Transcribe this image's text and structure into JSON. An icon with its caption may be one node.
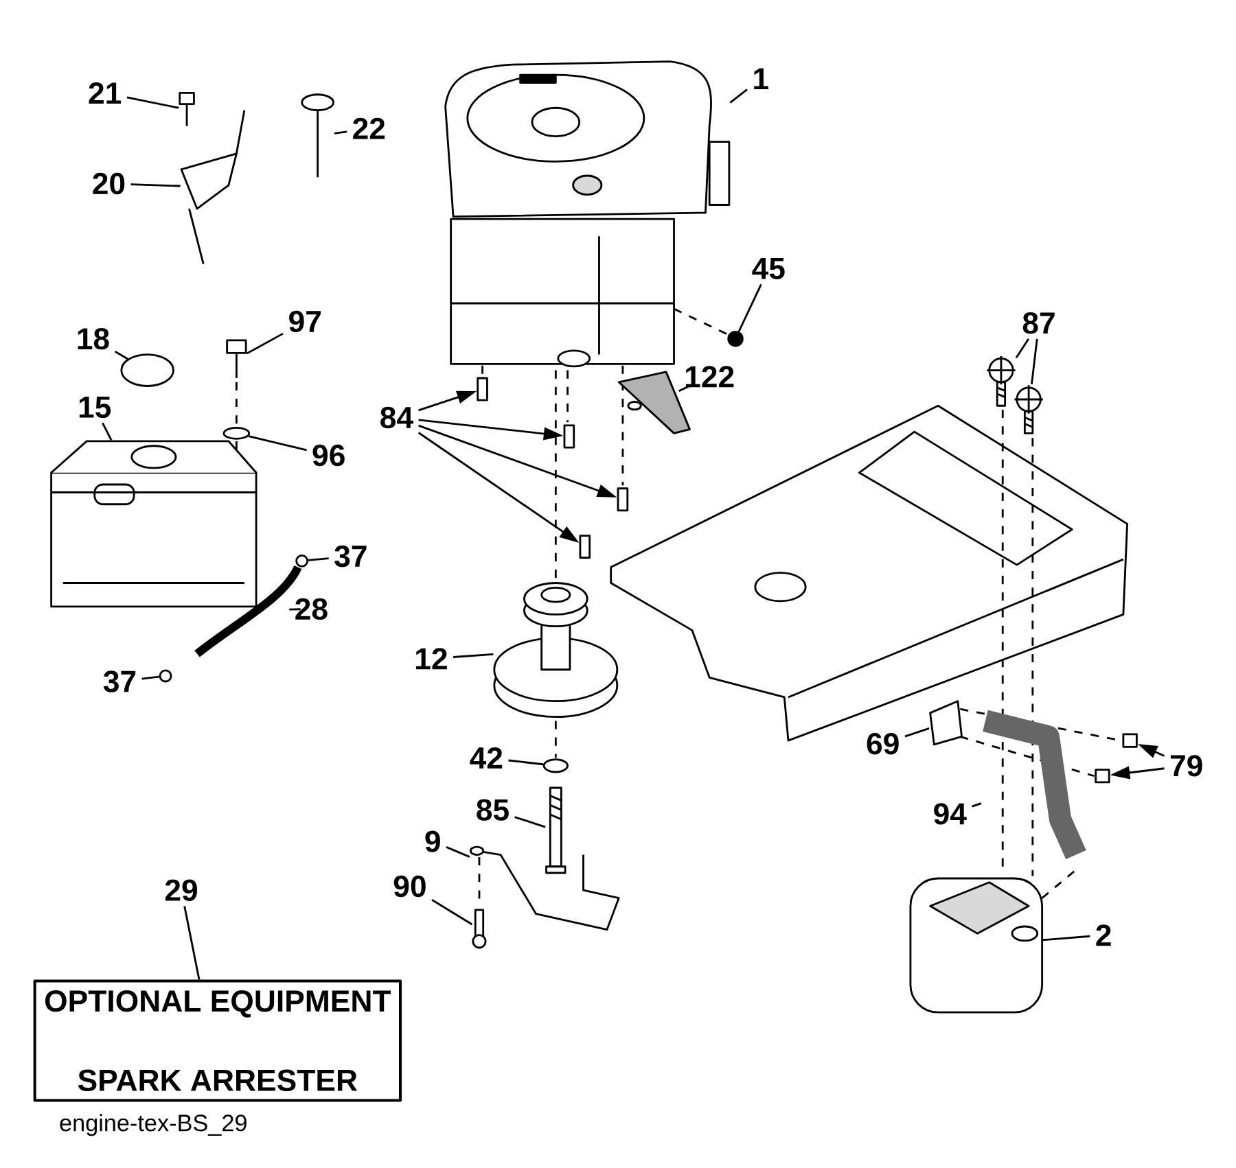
{
  "diagram": {
    "nodes": [
      {
        "text": [
          "1"
        ]
      },
      {
        "text": [
          "21"
        ]
      },
      {
        "text": [
          "22"
        ]
      },
      {
        "text": [
          "20"
        ]
      },
      {
        "text": [
          "45"
        ]
      },
      {
        "text": [
          "97"
        ]
      },
      {
        "text": [
          "18"
        ]
      },
      {
        "text": [
          "122"
        ]
      },
      {
        "text": [
          "87"
        ]
      },
      {
        "text": [
          "15"
        ]
      },
      {
        "text": [
          "84"
        ]
      },
      {
        "text": [
          "96"
        ]
      },
      {
        "text": [
          "37"
        ]
      },
      {
        "text": [
          "28"
        ]
      },
      {
        "text": [
          "12"
        ]
      },
      {
        "text": [
          "37"
        ]
      },
      {
        "text": [
          "69"
        ]
      },
      {
        "text": [
          "42"
        ]
      },
      {
        "text": [
          "79"
        ]
      },
      {
        "text": [
          "85"
        ]
      },
      {
        "text": [
          "94"
        ]
      },
      {
        "text": [
          "9"
        ]
      },
      {
        "text": [
          "90"
        ]
      },
      {
        "text": [
          "2"
        ]
      },
      {
        "text": [
          "29"
        ]
      },
      {
        "text": [
          "OPTIONAL EQUIPMENT",
          "SPARK ARRESTER"
        ]
      },
      {
        "text": [],
        "shape": "picture"
      },
      {
        "text": [],
        "shape": "picture"
      },
      {
        "text": [],
        "shape": "picture"
      },
      {
        "text": [],
        "shape": "picture"
      },
      {
        "text": [],
        "shape": "circle"
      },
      {
        "text": [],
        "shape": "picture"
      },
      {
        "text": [],
        "shape": "circle"
      },
      {
        "text": [],
        "shape": "picture"
      },
      {
        "text": [],
        "shape": "picture"
      },
      {
        "text": [],
        "shape": "picture"
      },
      {
        "text": [],
        "shape": "picture"
      },
      {
        "text": [],
        "shape": "box"
      },
      {
        "text": [],
        "shape": "box"
      },
      {
        "text": [],
        "shape": "box"
      },
      {
        "text": [],
        "shape": "box"
      },
      {
        "text": [],
        "shape": "circle"
      },
      {
        "text": [],
        "shape": "circle"
      },
      {
        "text": [],
        "shape": "picture"
      },
      {
        "text": [],
        "shape": "picture"
      },
      {
        "text": [],
        "shape": "circle"
      },
      {
        "text": [],
        "shape": "picture"
      },
      {
        "text": [],
        "shape": "circle"
      },
      {
        "text": [],
        "shape": "box"
      },
      {
        "text": [],
        "shape": "box"
      },
      {
        "text": [],
        "shape": "picture"
      },
      {
        "text": [],
        "shape": "picture"
      },
      {
        "text": [],
        "shape": "picture"
      },
      {
        "text": [],
        "shape": "picture"
      },
      {
        "text": [],
        "shape": "picture"
      }
    ],
    "edges": [
      {
        "from": 0,
        "to": 26,
        "arrow": "none"
      },
      {
        "from": 1,
        "to": 27,
        "arrow": "none"
      },
      {
        "from": 2,
        "to": 28,
        "arrow": "none"
      },
      {
        "from": 3,
        "to": 29,
        "arrow": "none"
      },
      {
        "from": 4,
        "to": 30,
        "arrow": "none"
      },
      {
        "from": 5,
        "to": 31,
        "arrow": "none"
      },
      {
        "from": 6,
        "to": 32,
        "arrow": "none"
      },
      {
        "from": 7,
        "to": 33,
        "arrow": "none"
      },
      {
        "from": 8,
        "to": 34,
        "arrow": "none"
      },
      {
        "from": 8,
        "to": 35,
        "arrow": "none"
      },
      {
        "from": 9,
        "to": 36,
        "arrow": "none"
      },
      {
        "from": 10,
        "to": 37,
        "arrow": "to"
      },
      {
        "from": 10,
        "to": 38,
        "arrow": "to"
      },
      {
        "from": 10,
        "to": 39,
        "arrow": "to"
      },
      {
        "from": 10,
        "to": 40,
        "arrow": "to"
      },
      {
        "from": 11,
        "to": 41,
        "arrow": "none"
      },
      {
        "from": 12,
        "to": 42,
        "arrow": "none"
      },
      {
        "from": 13,
        "to": 43,
        "arrow": "none"
      },
      {
        "from": 14,
        "to": 44,
        "arrow": "none"
      },
      {
        "from": 15,
        "to": 45,
        "arrow": "none"
      },
      {
        "from": 16,
        "to": 46,
        "arrow": "none"
      },
      {
        "from": 17,
        "to": 47,
        "arrow": "none"
      },
      {
        "from": 18,
        "to": 48,
        "arrow": "to"
      },
      {
        "from": 18,
        "to": 49,
        "arrow": "to"
      },
      {
        "from": 19,
        "to": 50,
        "arrow": "none"
      },
      {
        "from": 20,
        "to": 51,
        "arrow": "none"
      },
      {
        "from": 21,
        "to": 52,
        "arrow": "none"
      },
      {
        "from": 22,
        "to": 53,
        "arrow": "none"
      },
      {
        "from": 23,
        "to": 54,
        "arrow": "none"
      },
      {
        "from": 24,
        "to": 25,
        "arrow": "none"
      }
    ],
    "labels": [
      "engine-tex-BS_29"
    ]
  }
}
